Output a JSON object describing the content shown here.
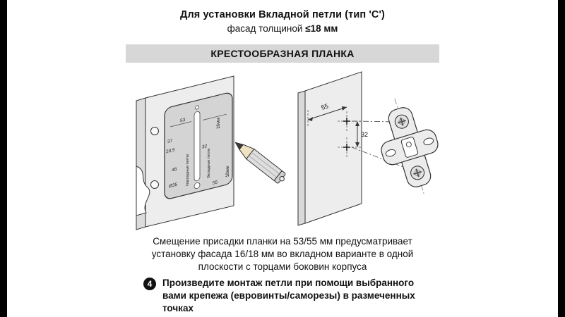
{
  "header": {
    "title": "Для установки Вкладной петли (тип 'C')",
    "subtitle_prefix": "фасад толщиной ",
    "subtitle_value": "≤18 мм"
  },
  "banner": {
    "label": "КРЕСТООБРАЗНАЯ ПЛАНКА"
  },
  "figures": {
    "left": {
      "labels": {
        "d37": "37",
        "d205": "20,5",
        "d53": "53",
        "d16mm": "16мм",
        "d32": "32",
        "d48": "48",
        "dia35": "Ø35",
        "d55": "55",
        "d18mm": "18мм",
        "inset_hinges": "Вкладные петли",
        "overlay_hinges": "Накладные петли"
      }
    },
    "right": {
      "labels": {
        "d55": "55",
        "d32": "32"
      }
    }
  },
  "caption": "Смещение присадки планки на 53/55 мм предусматривает установку фасада 16/18 мм во вкладном варианте в одной плоскости с торцами боковин корпуса",
  "step": {
    "number": "4",
    "text": "Произведите монтаж петли при помощи выбранного вами крепежа (евровинты/саморезы) в размеченных точках"
  }
}
